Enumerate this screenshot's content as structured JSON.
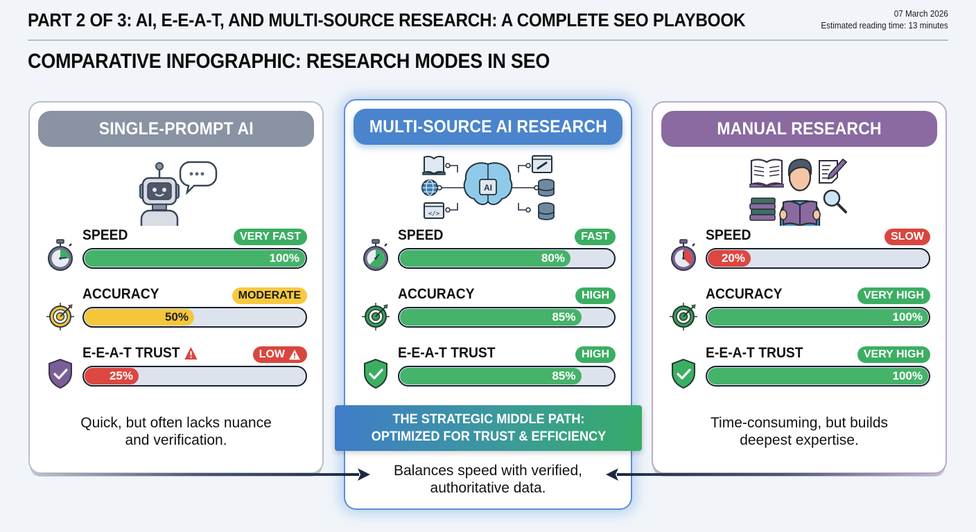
{
  "header": {
    "title": "PART 2 OF 3: AI, E-E-A-T, AND MULTI-SOURCE RESEARCH: A COMPLETE SEO PLAYBOOK",
    "date": "07 March 2026",
    "reading_time": "Estimated reading time: 13 minutes"
  },
  "section_title": "COMPARATIVE INFOGRAPHIC: RESEARCH MODES IN SEO",
  "colors": {
    "green": "#45b36a",
    "yellow": "#f4c63a",
    "red": "#dc4741",
    "gray_header": "#8a93a3",
    "blue_header": "#4a84cc",
    "purple_header": "#8a6aa0"
  },
  "cards": [
    {
      "title": "SINGLE-PROMPT AI",
      "illustration": "robot-chat-icon",
      "metrics": [
        {
          "label": "SPEED",
          "icon": "stopwatch-icon",
          "badge": "VERY FAST",
          "badge_color": "green",
          "value": 100,
          "value_label": "100%"
        },
        {
          "label": "ACCURACY",
          "icon": "target-icon",
          "badge": "MODERATE",
          "badge_color": "yellow",
          "value": 50,
          "value_label": "50%"
        },
        {
          "label": "E-E-A-T TRUST",
          "icon": "shield-check-icon",
          "badge": "LOW",
          "badge_color": "red",
          "warning": true,
          "value": 25,
          "value_label": "25%"
        }
      ],
      "description_line1": "Quick, but often lacks nuance",
      "description_line2": "and verification."
    },
    {
      "title": "MULTI-SOURCE AI RESEARCH",
      "illustration": "ai-brain-network-icon",
      "metrics": [
        {
          "label": "SPEED",
          "icon": "stopwatch-icon",
          "badge": "FAST",
          "badge_color": "green",
          "value": 80,
          "value_label": "80%"
        },
        {
          "label": "ACCURACY",
          "icon": "target-icon",
          "badge": "HIGH",
          "badge_color": "green",
          "value": 85,
          "value_label": "85%"
        },
        {
          "label": "E-E-A-T TRUST",
          "icon": "shield-check-icon",
          "badge": "HIGH",
          "badge_color": "green",
          "value": 85,
          "value_label": "85%"
        }
      ],
      "banner_line1": "THE STRATEGIC MIDDLE PATH:",
      "banner_line2": "OPTIMIZED FOR TRUST & EFFICIENCY",
      "description_line1": "Balances speed with verified,",
      "description_line2": "authoritative data."
    },
    {
      "title": "MANUAL RESEARCH",
      "illustration": "person-reading-icon",
      "metrics": [
        {
          "label": "SPEED",
          "icon": "stopwatch-icon",
          "badge": "SLOW",
          "badge_color": "red",
          "value": 20,
          "value_label": "20%"
        },
        {
          "label": "ACCURACY",
          "icon": "target-icon",
          "badge": "VERY HIGH",
          "badge_color": "green",
          "value": 100,
          "value_label": "100%"
        },
        {
          "label": "E-E-A-T TRUST",
          "icon": "shield-check-icon",
          "badge": "VERY HIGH",
          "badge_color": "green",
          "value": 100,
          "value_label": "100%"
        }
      ],
      "description_line1": "Time-consuming, but builds",
      "description_line2": "deepest expertise."
    }
  ]
}
